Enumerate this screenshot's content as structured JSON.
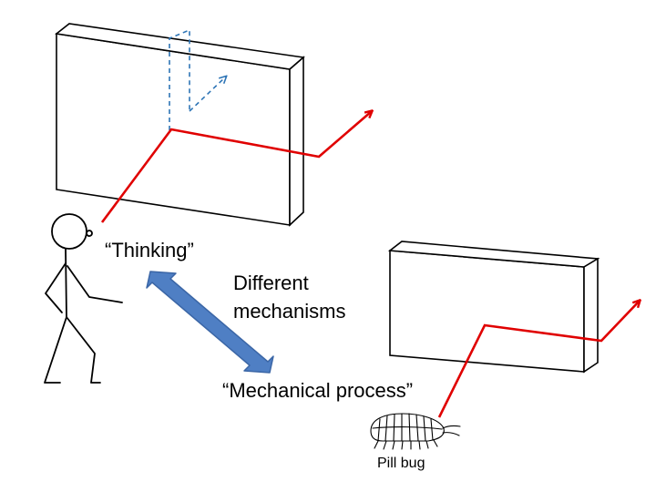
{
  "labels": {
    "thinking": "“Thinking”",
    "different_line1": "Different",
    "different_line2": "mechanisms",
    "mechanical": "“Mechanical process”",
    "pill_bug": "Pill bug"
  },
  "colors": {
    "path": "#e00000",
    "arrow_fill": "#4f7fc4",
    "arrow_stroke": "#3b66a6",
    "dashed": "#2e75b6",
    "ink": "#000000"
  },
  "icons": {
    "person": "stick-figure-icon",
    "bug": "pill-bug-icon"
  }
}
